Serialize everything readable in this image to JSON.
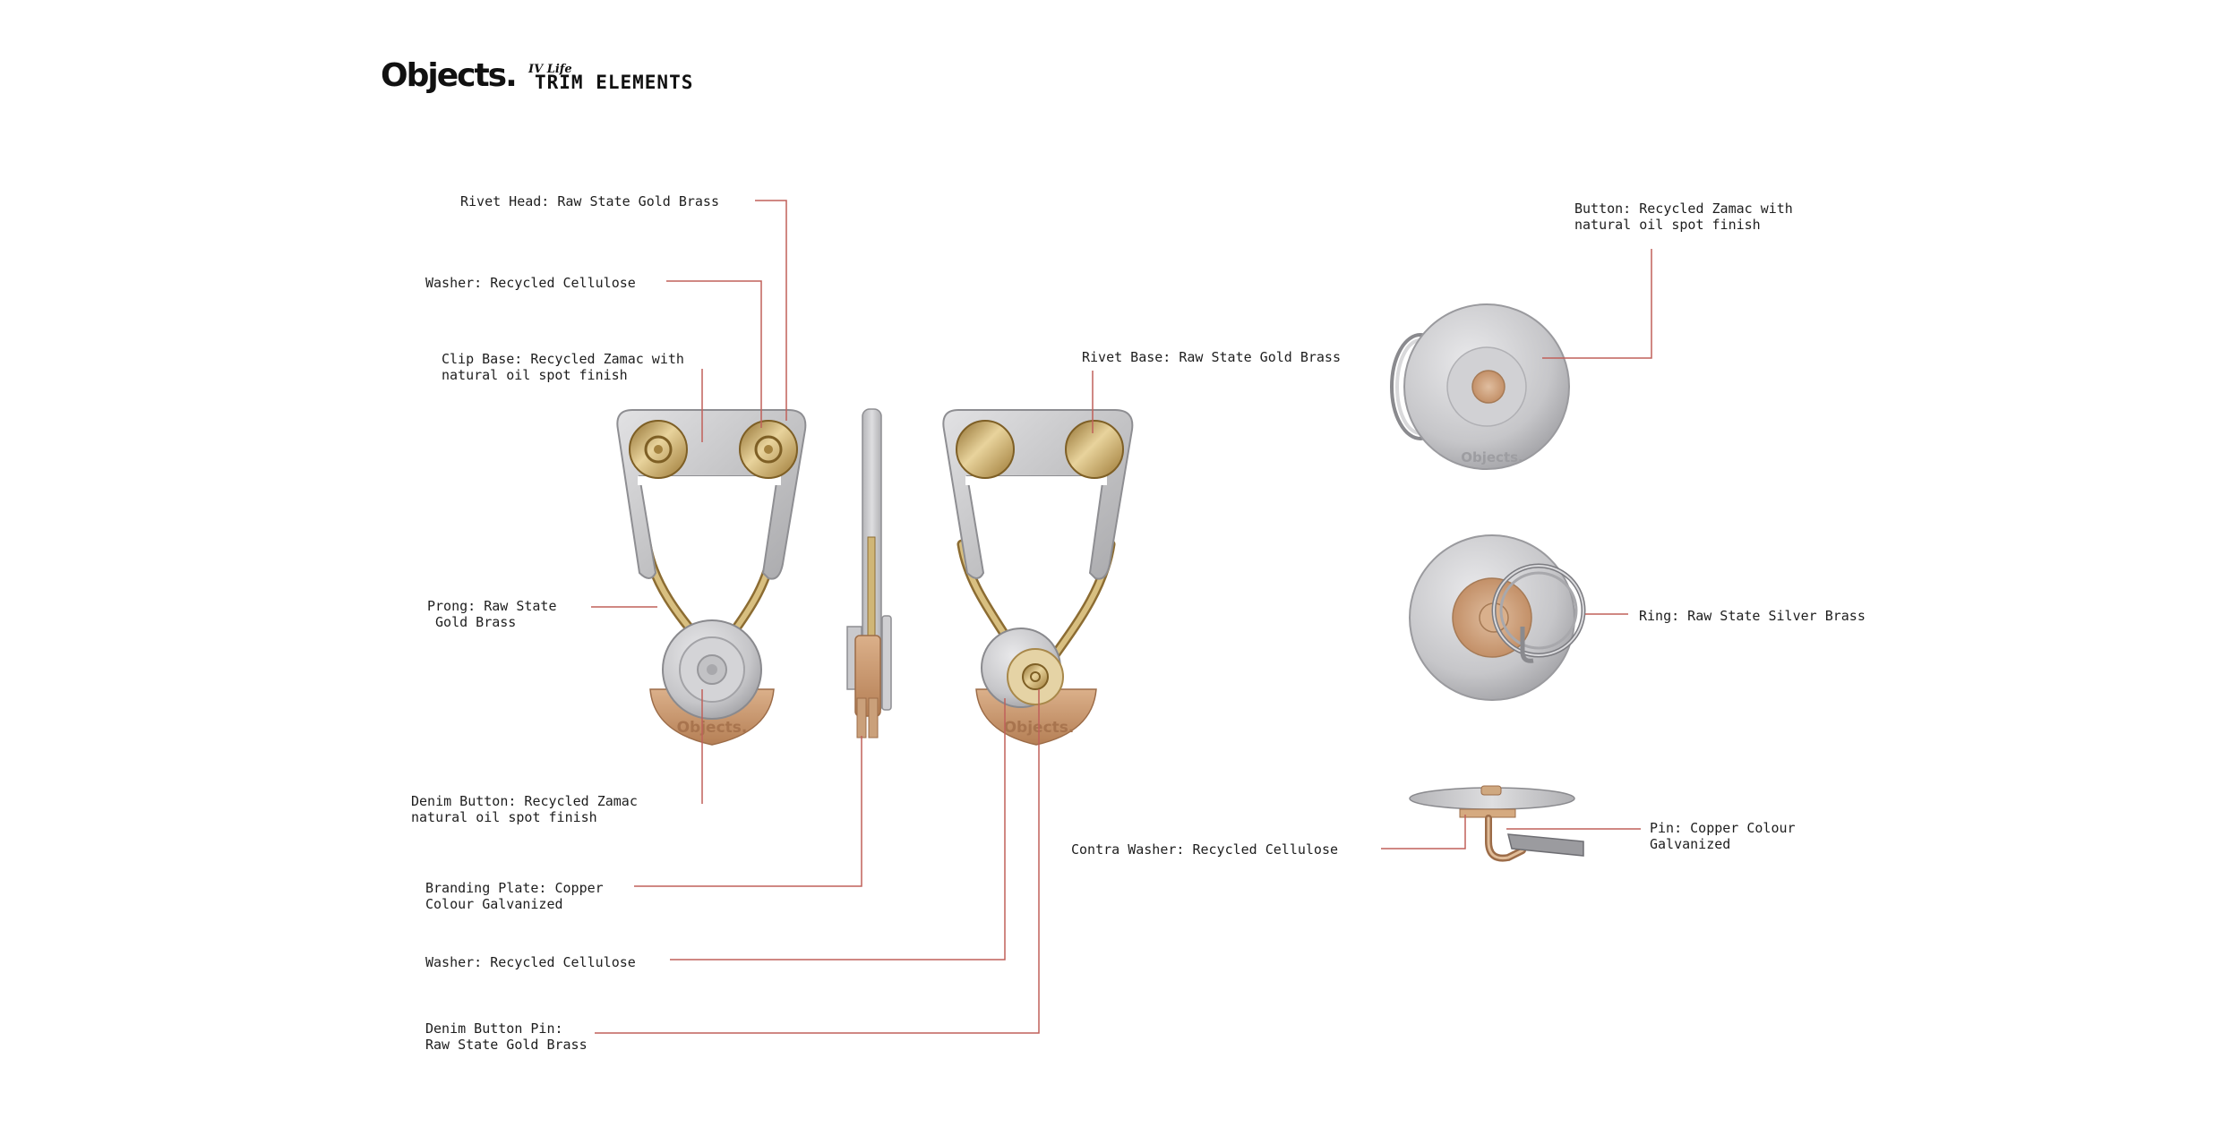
{
  "header": {
    "logo_text": "Objects.",
    "logo_superscript": "IV Life",
    "title": "TRIM ELEMENTS"
  },
  "callouts": {
    "rivet_head": "Rivet Head: Raw State Gold Brass",
    "washer_top": "Washer: Recycled Cellulose",
    "clip_base": "Clip Base: Recycled Zamac with\nnatural oil spot finish",
    "prong": "Prong: Raw State\n Gold Brass",
    "denim_button": "Denim Button: Recycled Zamac\nnatural oil spot finish",
    "branding_plate": "Branding Plate: Copper\nColour Galvanized",
    "washer_bottom": "Washer: Recycled Cellulose",
    "denim_button_pin": "Denim Button Pin:\nRaw State Gold Brass",
    "rivet_base": "Rivet Base: Raw State Gold Brass",
    "button": "Button: Recycled Zamac with\nnatural oil spot finish",
    "ring": "Ring: Raw State Silver Brass",
    "contra_washer": "Contra Washer: Recycled Cellulose",
    "pin": "Pin: Copper Colour\nGalvanized"
  },
  "engravings": {
    "plate_text": "Objects.",
    "button_text": "Objects."
  },
  "colors": {
    "leader_line": "#c0605a",
    "zamac": "#c9c9cb",
    "brass": "#c9a966",
    "copper": "#c9966e"
  }
}
